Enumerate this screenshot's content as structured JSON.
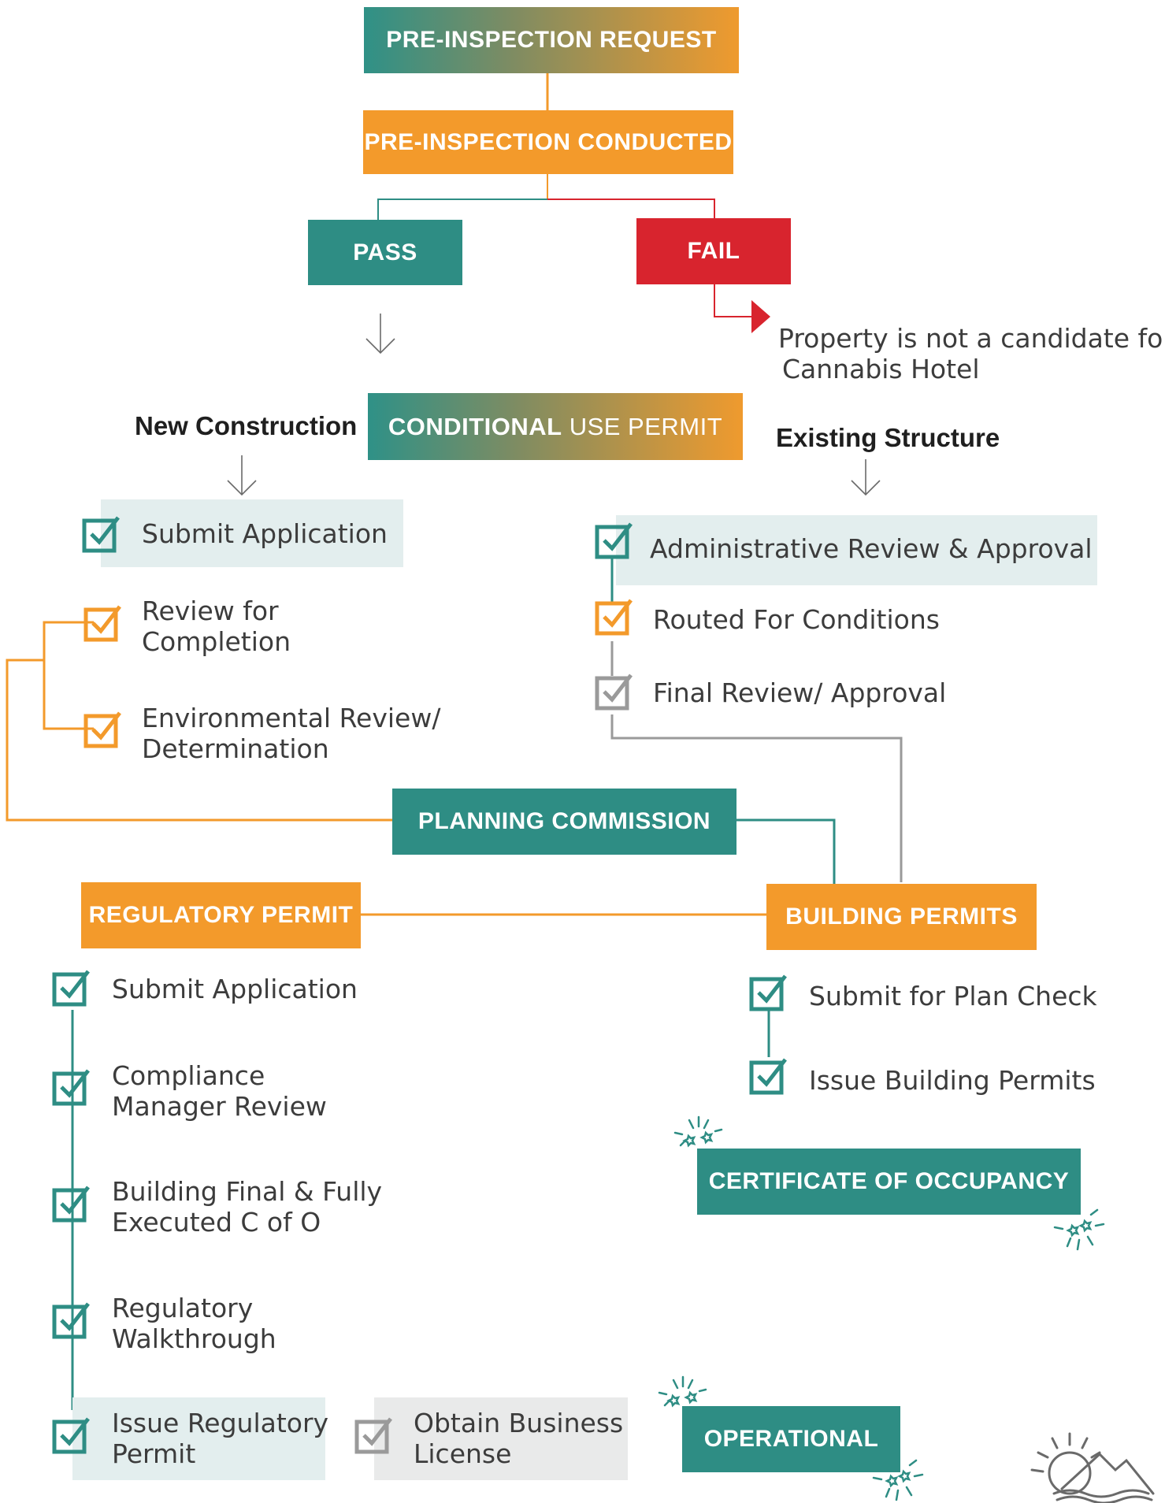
{
  "flow": {
    "pre_inspection_request": "PRE-INSPECTION REQUEST",
    "pre_inspection_conducted": "PRE-INSPECTION CONDUCTED",
    "pass": "PASS",
    "fail": "FAIL",
    "fail_note_line1": "Property is not a candidate for",
    "fail_note_line2": "Cannabis Hotel",
    "cup_bold": "CONDITIONAL",
    "cup_thin": " USE PERMIT",
    "new_construction": "New Construction",
    "existing_structure": "Existing Structure",
    "planning_commission": "PLANNING COMMISSION",
    "regulatory_permit": "REGULATORY PERMIT",
    "building_permits": "BUILDING PERMITS",
    "certificate_of_occupancy": "CERTIFICATE OF OCCUPANCY",
    "operational": "OPERATIONAL"
  },
  "new_construction_steps": {
    "submit_application": "Submit Application",
    "review_completion_1": "Review for",
    "review_completion_2": "Completion",
    "environmental_1": "Environmental Review/",
    "environmental_2": "Determination"
  },
  "existing_structure_steps": {
    "admin_review": "Administrative Review & Approval",
    "routed": "Routed For Conditions",
    "final_review": "Final Review/ Approval"
  },
  "regulatory_steps": {
    "submit_application": "Submit Application",
    "compliance_1": "Compliance",
    "compliance_2": "Manager Review",
    "building_final_1": "Building Final & Fully",
    "building_final_2": "Executed C of O",
    "walkthrough_1": "Regulatory",
    "walkthrough_2": "Walkthrough",
    "issue_permit_1": "Issue Regulatory",
    "issue_permit_2": "Permit",
    "business_license_1": "Obtain Business",
    "business_license_2": "License"
  },
  "building_steps": {
    "plan_check": "Submit for Plan Check",
    "issue_permits": "Issue Building Permits"
  },
  "colors": {
    "teal": "#2e8d84",
    "orange": "#f39a2b",
    "red": "#d8242e",
    "grey": "#9a9a9a"
  },
  "icons": {
    "check": "checkbox-check-icon",
    "spark": "sparkle-icon",
    "logo": "sun-mountain-waves-logo"
  }
}
